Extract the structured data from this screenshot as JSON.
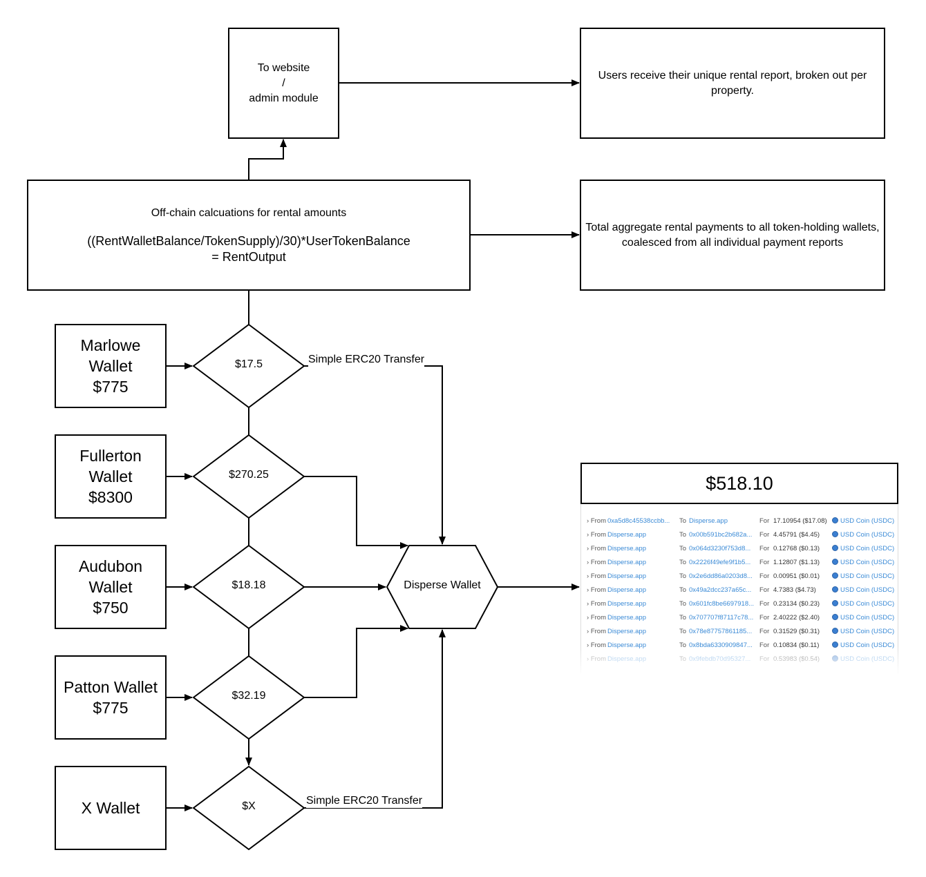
{
  "boxes": {
    "website": "To website\n/\nadmin module",
    "users_report": "Users receive their unique rental report, broken out per property.",
    "offchain_title": "Off-chain calcuations for rental amounts",
    "offchain_formula": "((RentWalletBalance/TokenSupply)/30)*UserTokenBalance\n= RentOutput",
    "aggregate": "Total aggregate rental payments to all token-holding wallets, coalesced from all individual payment reports"
  },
  "wallets": [
    {
      "label": "Marlowe\nWallet\n$775",
      "amount": "$17.5"
    },
    {
      "label": "Fullerton\nWallet\n$8300",
      "amount": "$270.25"
    },
    {
      "label": "Audubon\nWallet\n$750",
      "amount": "$18.18"
    },
    {
      "label": "Patton Wallet\n$775",
      "amount": "$32.19"
    },
    {
      "label": "X Wallet",
      "amount": "$X"
    }
  ],
  "disperse": "Disperse Wallet",
  "edge_labels": {
    "top": "Simple ERC20 Transfer",
    "bottom": "Simple ERC20 Transfer"
  },
  "tx_panel": {
    "total": "$518.10",
    "from_label": "From",
    "to_label": "To",
    "for_label": "For",
    "rows": [
      {
        "from": "0xa5d8c45538ccbb...",
        "to": "Disperse.app",
        "amount": "17.10954 ($17.08)",
        "coin": "USD Coin (USDC)"
      },
      {
        "from": "Disperse.app",
        "to": "0x00b591bc2b682a...",
        "amount": "4.45791 ($4.45)",
        "coin": "USD Coin (USDC)"
      },
      {
        "from": "Disperse.app",
        "to": "0x064d3230f753d8...",
        "amount": "0.12768 ($0.13)",
        "coin": "USD Coin (USDC)"
      },
      {
        "from": "Disperse.app",
        "to": "0x2226f49efe9f1b5...",
        "amount": "1.12807 ($1.13)",
        "coin": "USD Coin (USDC)"
      },
      {
        "from": "Disperse.app",
        "to": "0x2e6dd86a0203d8...",
        "amount": "0.00951 ($0.01)",
        "coin": "USD Coin (USDC)"
      },
      {
        "from": "Disperse.app",
        "to": "0x49a2dcc237a65c...",
        "amount": "4.7383 ($4.73)",
        "coin": "USD Coin (USDC)"
      },
      {
        "from": "Disperse.app",
        "to": "0x601fc8be6697918...",
        "amount": "0.23134 ($0.23)",
        "coin": "USD Coin (USDC)"
      },
      {
        "from": "Disperse.app",
        "to": "0x707707f87117c78...",
        "amount": "2.40222 ($2.40)",
        "coin": "USD Coin (USDC)"
      },
      {
        "from": "Disperse.app",
        "to": "0x78e87757861185...",
        "amount": "0.31529 ($0.31)",
        "coin": "USD Coin (USDC)"
      },
      {
        "from": "Disperse.app",
        "to": "0x8bda6330909847...",
        "amount": "0.10834 ($0.11)",
        "coin": "USD Coin (USDC)"
      },
      {
        "from": "Disperse.app",
        "to": "0x9febdb70d95327...",
        "amount": "0.53983 ($0.54)",
        "coin": "USD Coin (USDC)"
      }
    ]
  }
}
